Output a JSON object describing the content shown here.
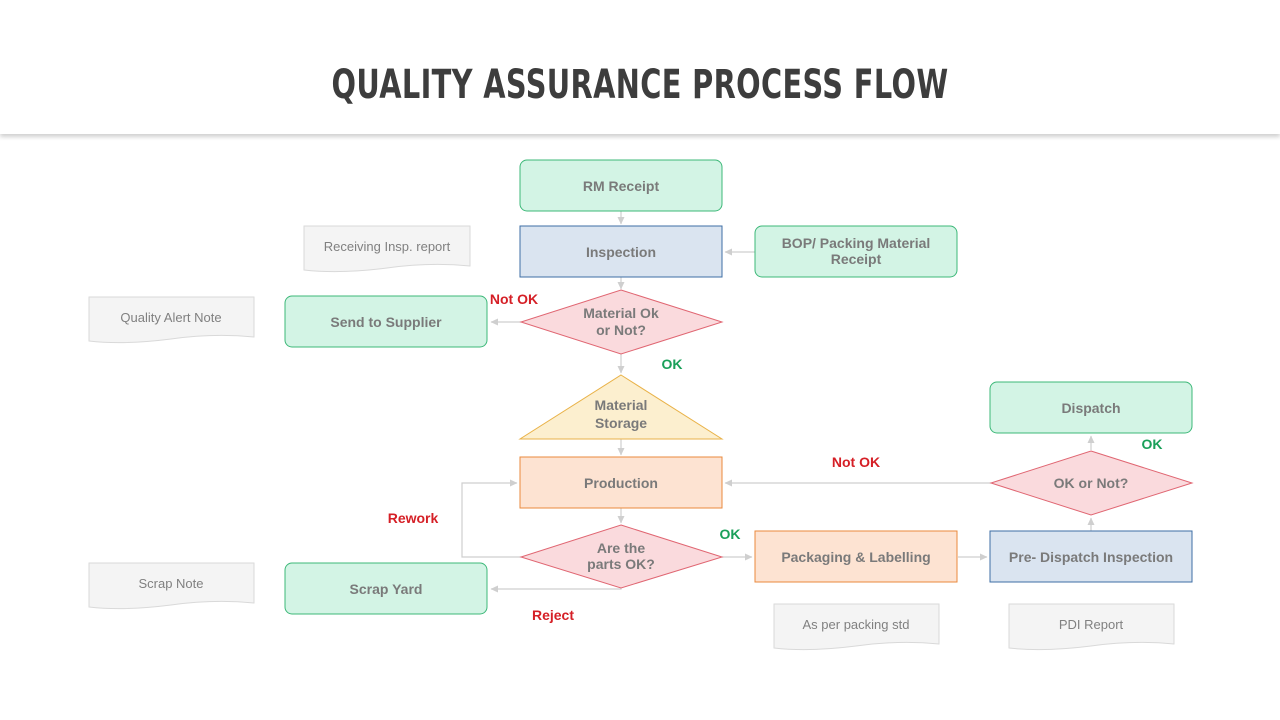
{
  "title": "QUALITY ASSURANCE PROCESS FLOW",
  "nodes": {
    "rm_receipt": "RM Receipt",
    "inspection": "Inspection",
    "bop_receipt_line1": "BOP/ Packing Material",
    "bop_receipt_line2": "Receipt",
    "material_ok_line1": "Material Ok",
    "material_ok_line2": "or Not?",
    "send_to_supplier": "Send to Supplier",
    "material_storage_line1": "Material",
    "material_storage_line2": "Storage",
    "production": "Production",
    "parts_ok_line1": "Are the",
    "parts_ok_line2": "parts OK?",
    "scrap_yard": "Scrap Yard",
    "packaging": "Packaging & Labelling",
    "pre_dispatch": "Pre- Dispatch Inspection",
    "ok_or_not": "OK or Not?",
    "dispatch": "Dispatch"
  },
  "documents": {
    "receiving_report": "Receiving Insp. report",
    "quality_alert": "Quality Alert Note",
    "scrap_note": "Scrap Note",
    "packing_std": "As per packing std",
    "pdi_report": "PDI Report"
  },
  "labels": {
    "not_ok_material": "Not OK",
    "ok_material": "OK",
    "not_ok_dispatch": "Not OK",
    "ok_dispatch": "OK",
    "rework": "Rework",
    "ok_parts": "OK",
    "reject": "Reject"
  },
  "colors": {
    "green_fill": "#d3f4e5",
    "green_stroke": "#3cb878",
    "blue_fill": "#dae4f0",
    "blue_stroke": "#3d6ea5",
    "red_fill": "#fadadd",
    "red_stroke": "#e06672",
    "yellow_fill": "#fcefcf",
    "yellow_stroke": "#e9b248",
    "orange_fill": "#fde3d2",
    "orange_stroke": "#ea8a3c",
    "doc_fill": "#f4f4f4",
    "doc_stroke": "#d9d9d9",
    "label_red": "#d51f26",
    "label_green": "#1aa05a"
  }
}
